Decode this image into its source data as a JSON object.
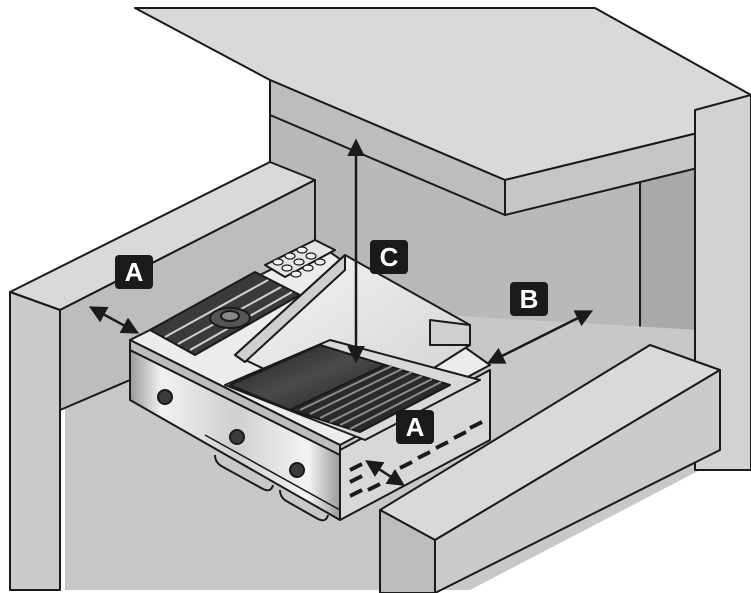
{
  "labels": {
    "a_left": "A",
    "a_front": "A",
    "b": "B",
    "c": "C"
  },
  "colors": {
    "wall_light": "#d6d6d6",
    "wall_mid": "#c4c4c4",
    "wall_dark": "#b4b4b4",
    "outline": "#1a1a1a",
    "steel": "#dcdcdc",
    "griddle": "#2c2c2c",
    "label_bg": "#1a1a1a"
  }
}
